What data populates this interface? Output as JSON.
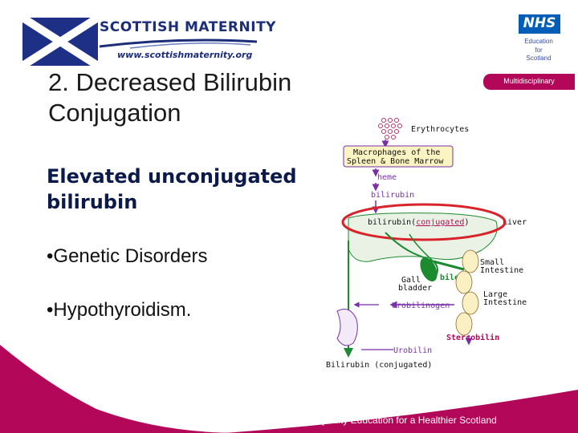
{
  "header": {
    "brand_name": "SCOTTISH MATERNITY",
    "brand_url": "www.scottishmaternity.org",
    "nhs_logo": {
      "mark": "NHS",
      "line1": "Education",
      "line2": "for",
      "line3": "Scotland"
    },
    "tag": "Multidisciplinary"
  },
  "slide": {
    "title_line1": "2. Decreased Bilirubin",
    "title_line2": "Conjugation",
    "subtitle_line1": "Elevated unconjugated",
    "subtitle_line2": "bilirubin",
    "bullets": [
      "•Genetic Disorders",
      "•Hypothyroidism."
    ]
  },
  "diagram": {
    "erythrocytes": "Erythrocytes",
    "macrophages_line1": "Macrophages of the",
    "macrophages_line2": "Spleen & Bone Marrow",
    "heme": "heme",
    "bilirubin": "bilirubin",
    "bilirubin_conj_prefix": "bilirubin(",
    "bilirubin_conj_word": "conjugated",
    "bilirubin_conj_suffix": ")",
    "liver": "Liver",
    "small_intestine_1": "Small",
    "small_intestine_2": "Intestine",
    "gall_bladder_1": "Gall",
    "gall_bladder_2": "bladder",
    "bile": "bile",
    "large_intestine_1": "Large",
    "large_intestine_2": "Intestine",
    "urobilinogen": "Urobilinogen",
    "stercobilin": "Stercobilin",
    "urobilin": "Urobilin",
    "bilirubin_urine": "Bilirubin (conjugated)"
  },
  "footer": {
    "text": "Quality Education for a Healthier Scotland"
  },
  "colors": {
    "accent_magenta": "#b3075a",
    "brand_navy": "#1c2e7a",
    "nhs_blue": "#005eb8",
    "highlight_red": "#d8232a",
    "arrow_purple": "#7a2fa8",
    "diagram_green": "#1c8a2e"
  }
}
